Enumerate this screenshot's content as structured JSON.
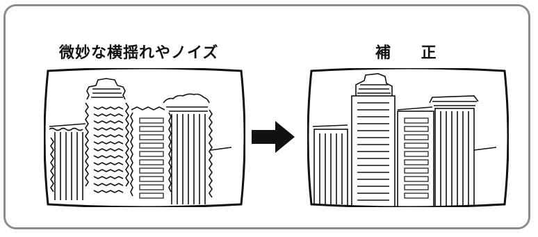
{
  "diagram": {
    "left_panel": {
      "caption": "微妙な横揺れやノイズ",
      "state": "distorted-image"
    },
    "right_panel": {
      "caption": "補 正",
      "state": "corrected-image"
    },
    "connector": "right-arrow"
  },
  "colors": {
    "frame_border": "#8c8c8c",
    "ink": "#111111",
    "background": "#ffffff"
  }
}
